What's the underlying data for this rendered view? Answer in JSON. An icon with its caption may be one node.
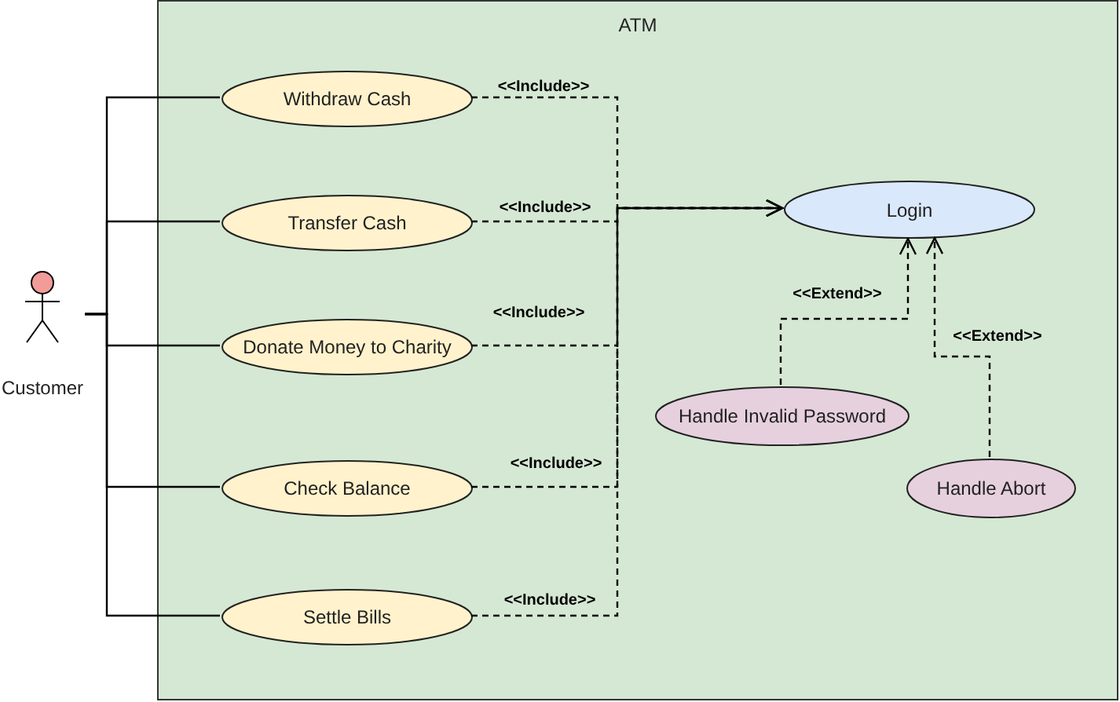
{
  "diagram": {
    "nodes": [
      {
        "text": [
          "ATM"
        ]
      },
      {
        "text": [
          "Customer"
        ]
      },
      {
        "text": [
          "Withdraw Cash"
        ],
        "in": 0
      },
      {
        "text": [
          "Transfer Cash"
        ],
        "in": 0
      },
      {
        "text": [
          "Donate Money to Charity"
        ],
        "in": 0
      },
      {
        "text": [
          "Check Balance"
        ],
        "in": 0
      },
      {
        "text": [
          "Settle Bills"
        ],
        "in": 0
      },
      {
        "text": [
          "Login"
        ],
        "in": 0
      },
      {
        "text": [
          "Handle Invalid Password"
        ],
        "in": 0
      },
      {
        "text": [
          "Handle Abort"
        ],
        "in": 0
      }
    ],
    "edges": [
      {
        "from": 1,
        "to": 2,
        "arrow": "none"
      },
      {
        "from": 1,
        "to": 3,
        "arrow": "none"
      },
      {
        "from": 1,
        "to": 4,
        "arrow": "none"
      },
      {
        "from": 1,
        "to": 5,
        "arrow": "none"
      },
      {
        "from": 1,
        "to": 6,
        "arrow": "none"
      },
      {
        "from": 2,
        "to": 7,
        "arrow": "to",
        "label": "<<Include>>",
        "style": "dashed"
      },
      {
        "from": 3,
        "to": 7,
        "arrow": "to",
        "label": "<<Include>>",
        "style": "dashed"
      },
      {
        "from": 4,
        "to": 7,
        "arrow": "to",
        "label": "<<Include>>",
        "style": "dashed"
      },
      {
        "from": 5,
        "to": 7,
        "arrow": "to",
        "label": "<<Include>>",
        "style": "dashed"
      },
      {
        "from": 6,
        "to": 7,
        "arrow": "to",
        "label": "<<Include>>",
        "style": "dashed"
      },
      {
        "from": 8,
        "to": 7,
        "arrow": "to",
        "label": "<<Extend>>",
        "style": "dashed"
      },
      {
        "from": 9,
        "to": 7,
        "arrow": "to",
        "label": "<<Extend>>",
        "style": "dashed"
      }
    ]
  }
}
